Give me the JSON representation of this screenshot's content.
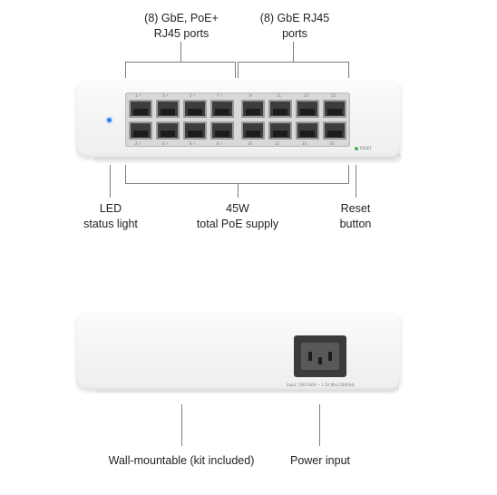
{
  "labels": {
    "poe_ports": "(8) GbE, PoE+\nRJ45 ports",
    "poe_ports_l1": "(8) GbE, PoE+",
    "poe_ports_l2": "RJ45 ports",
    "gbe_ports_l1": "(8) GbE RJ45",
    "gbe_ports_l2": "ports",
    "led_l1": "LED",
    "led_l2": "status light",
    "poe_supply_l1": "45W",
    "poe_supply_l2": "total PoE supply",
    "reset_l1": "Reset",
    "reset_l2": "button",
    "wall_mount": "Wall-mountable (kit included)",
    "power_input": "Power input"
  },
  "device": {
    "top_port_numbers": [
      "1 ⚡",
      "3 ⚡",
      "5 ⚡",
      "7 ⚡",
      "9",
      "11",
      "13",
      "15"
    ],
    "bottom_port_numbers": [
      "2 ⚡",
      "4 ⚡",
      "6 ⚡",
      "8 ⚡",
      "10",
      "12",
      "14",
      "16"
    ],
    "reset_text": "RESET",
    "input_rating": "Input: 100-240V ~ 1.5A Max,50/60Hz",
    "led_color": "#2a7ef0"
  }
}
